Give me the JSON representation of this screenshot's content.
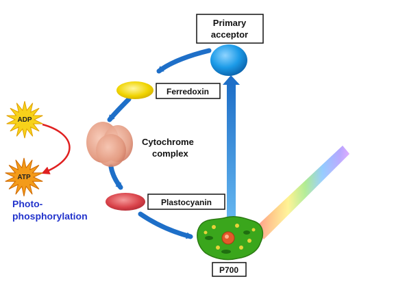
{
  "labels": {
    "primary_acceptor_line1": "Primary",
    "primary_acceptor_line2": "acceptor",
    "ferredoxin": "Ferredoxin",
    "cytochrome_line1": "Cytochrome",
    "cytochrome_line2": "complex",
    "plastocyanin": "Plastocyanin",
    "p700": "P700",
    "adp": "ADP",
    "atp": "ATP",
    "photophosphorylation_line1": "Photo-",
    "photophosphorylation_line2": "phosphorylation"
  },
  "colors": {
    "blue_arrow": "#1e6fc8",
    "upward_arrow": "#2a8be0",
    "primary_acceptor": "#1c9be8",
    "ferredoxin": "#f0d400",
    "cytochrome": "#e39a80",
    "plastocyanin": "#d9434a",
    "p700_complex": "#3aa61c",
    "photophosphorylation_text": "#2233cc",
    "adp_star": "#f7d21a",
    "atp_star": "#f39b1a",
    "red_arrow": "#e02020"
  }
}
